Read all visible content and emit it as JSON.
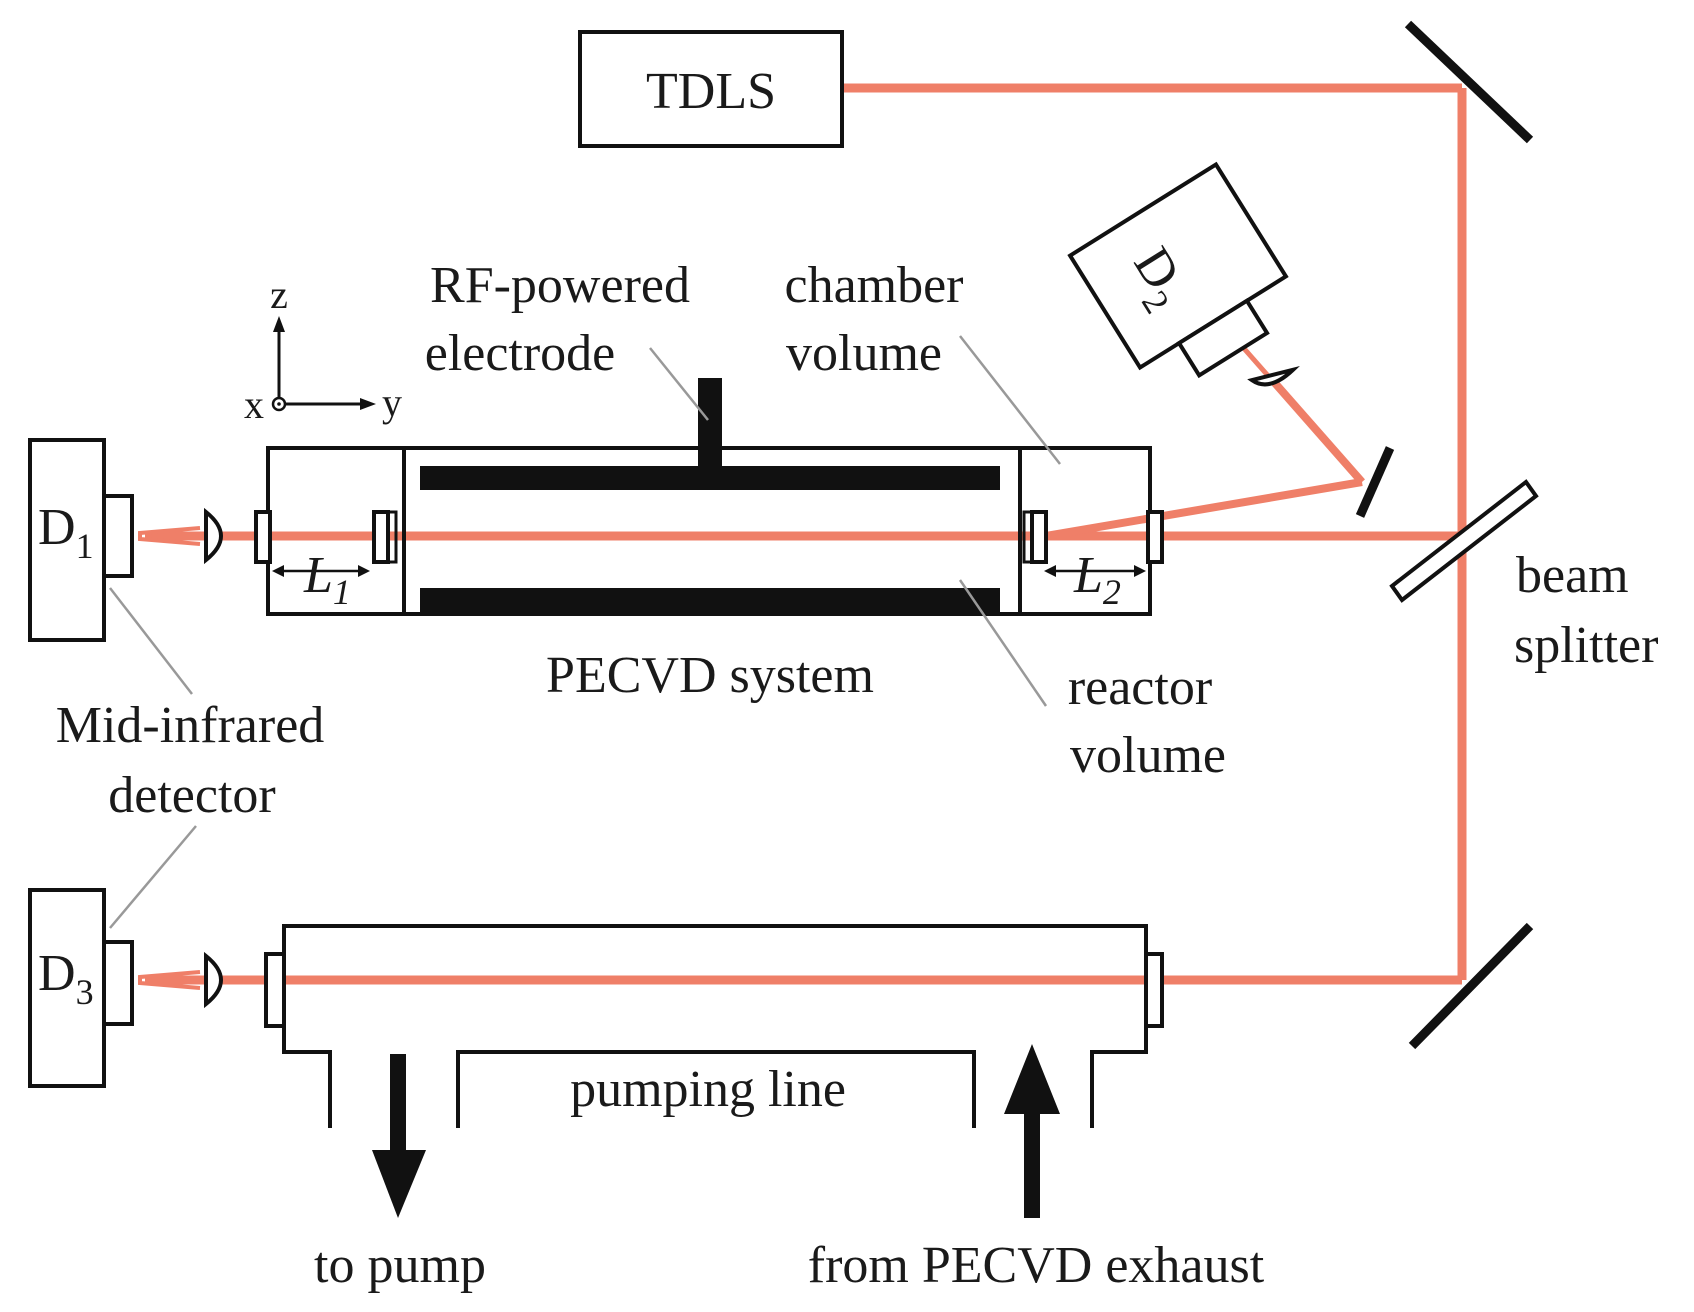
{
  "colors": {
    "beam": "#ef7f68",
    "ink": "#111111",
    "leader": "#999999",
    "background": "#ffffff"
  },
  "labels": {
    "tdls": "TDLS",
    "d1_main": "D",
    "d1_sub": "1",
    "d2_main": "D",
    "d2_sub": "2",
    "d3_main": "D",
    "d3_sub": "3",
    "axis_z": "z",
    "axis_x": "x",
    "axis_y": "y",
    "rf_line1": "RF-powered",
    "rf_line2": "electrode",
    "chamber_line1": "chamber",
    "chamber_line2": "volume",
    "l1_main": "L",
    "l1_sub": "1",
    "l2_main": "L",
    "l2_sub": "2",
    "pecvd_system": "PECVD system",
    "reactor_line1": "reactor",
    "reactor_line2": "volume",
    "beam_line1": "beam",
    "beam_line2": "splitter",
    "detector_line1": "Mid-infrared",
    "detector_line2": "detector",
    "pumping_line": "pumping line",
    "to_pump": "to pump",
    "from_exhaust": "from PECVD exhaust"
  }
}
